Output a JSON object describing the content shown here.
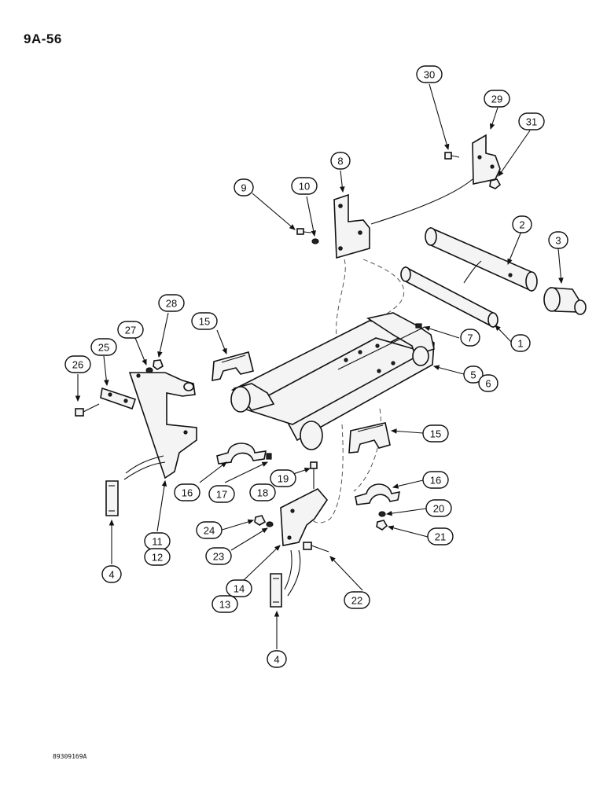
{
  "page": {
    "number": "9A-56",
    "figure_code": "89309169A"
  },
  "callouts": [
    "1",
    "2",
    "3",
    "4",
    "4",
    "5",
    "6",
    "7",
    "8",
    "9",
    "10",
    "11",
    "12",
    "13",
    "14",
    "15",
    "15",
    "16",
    "16",
    "17",
    "18",
    "19",
    "20",
    "21",
    "22",
    "23",
    "24",
    "25",
    "26",
    "27",
    "28",
    "29",
    "30",
    "31"
  ]
}
